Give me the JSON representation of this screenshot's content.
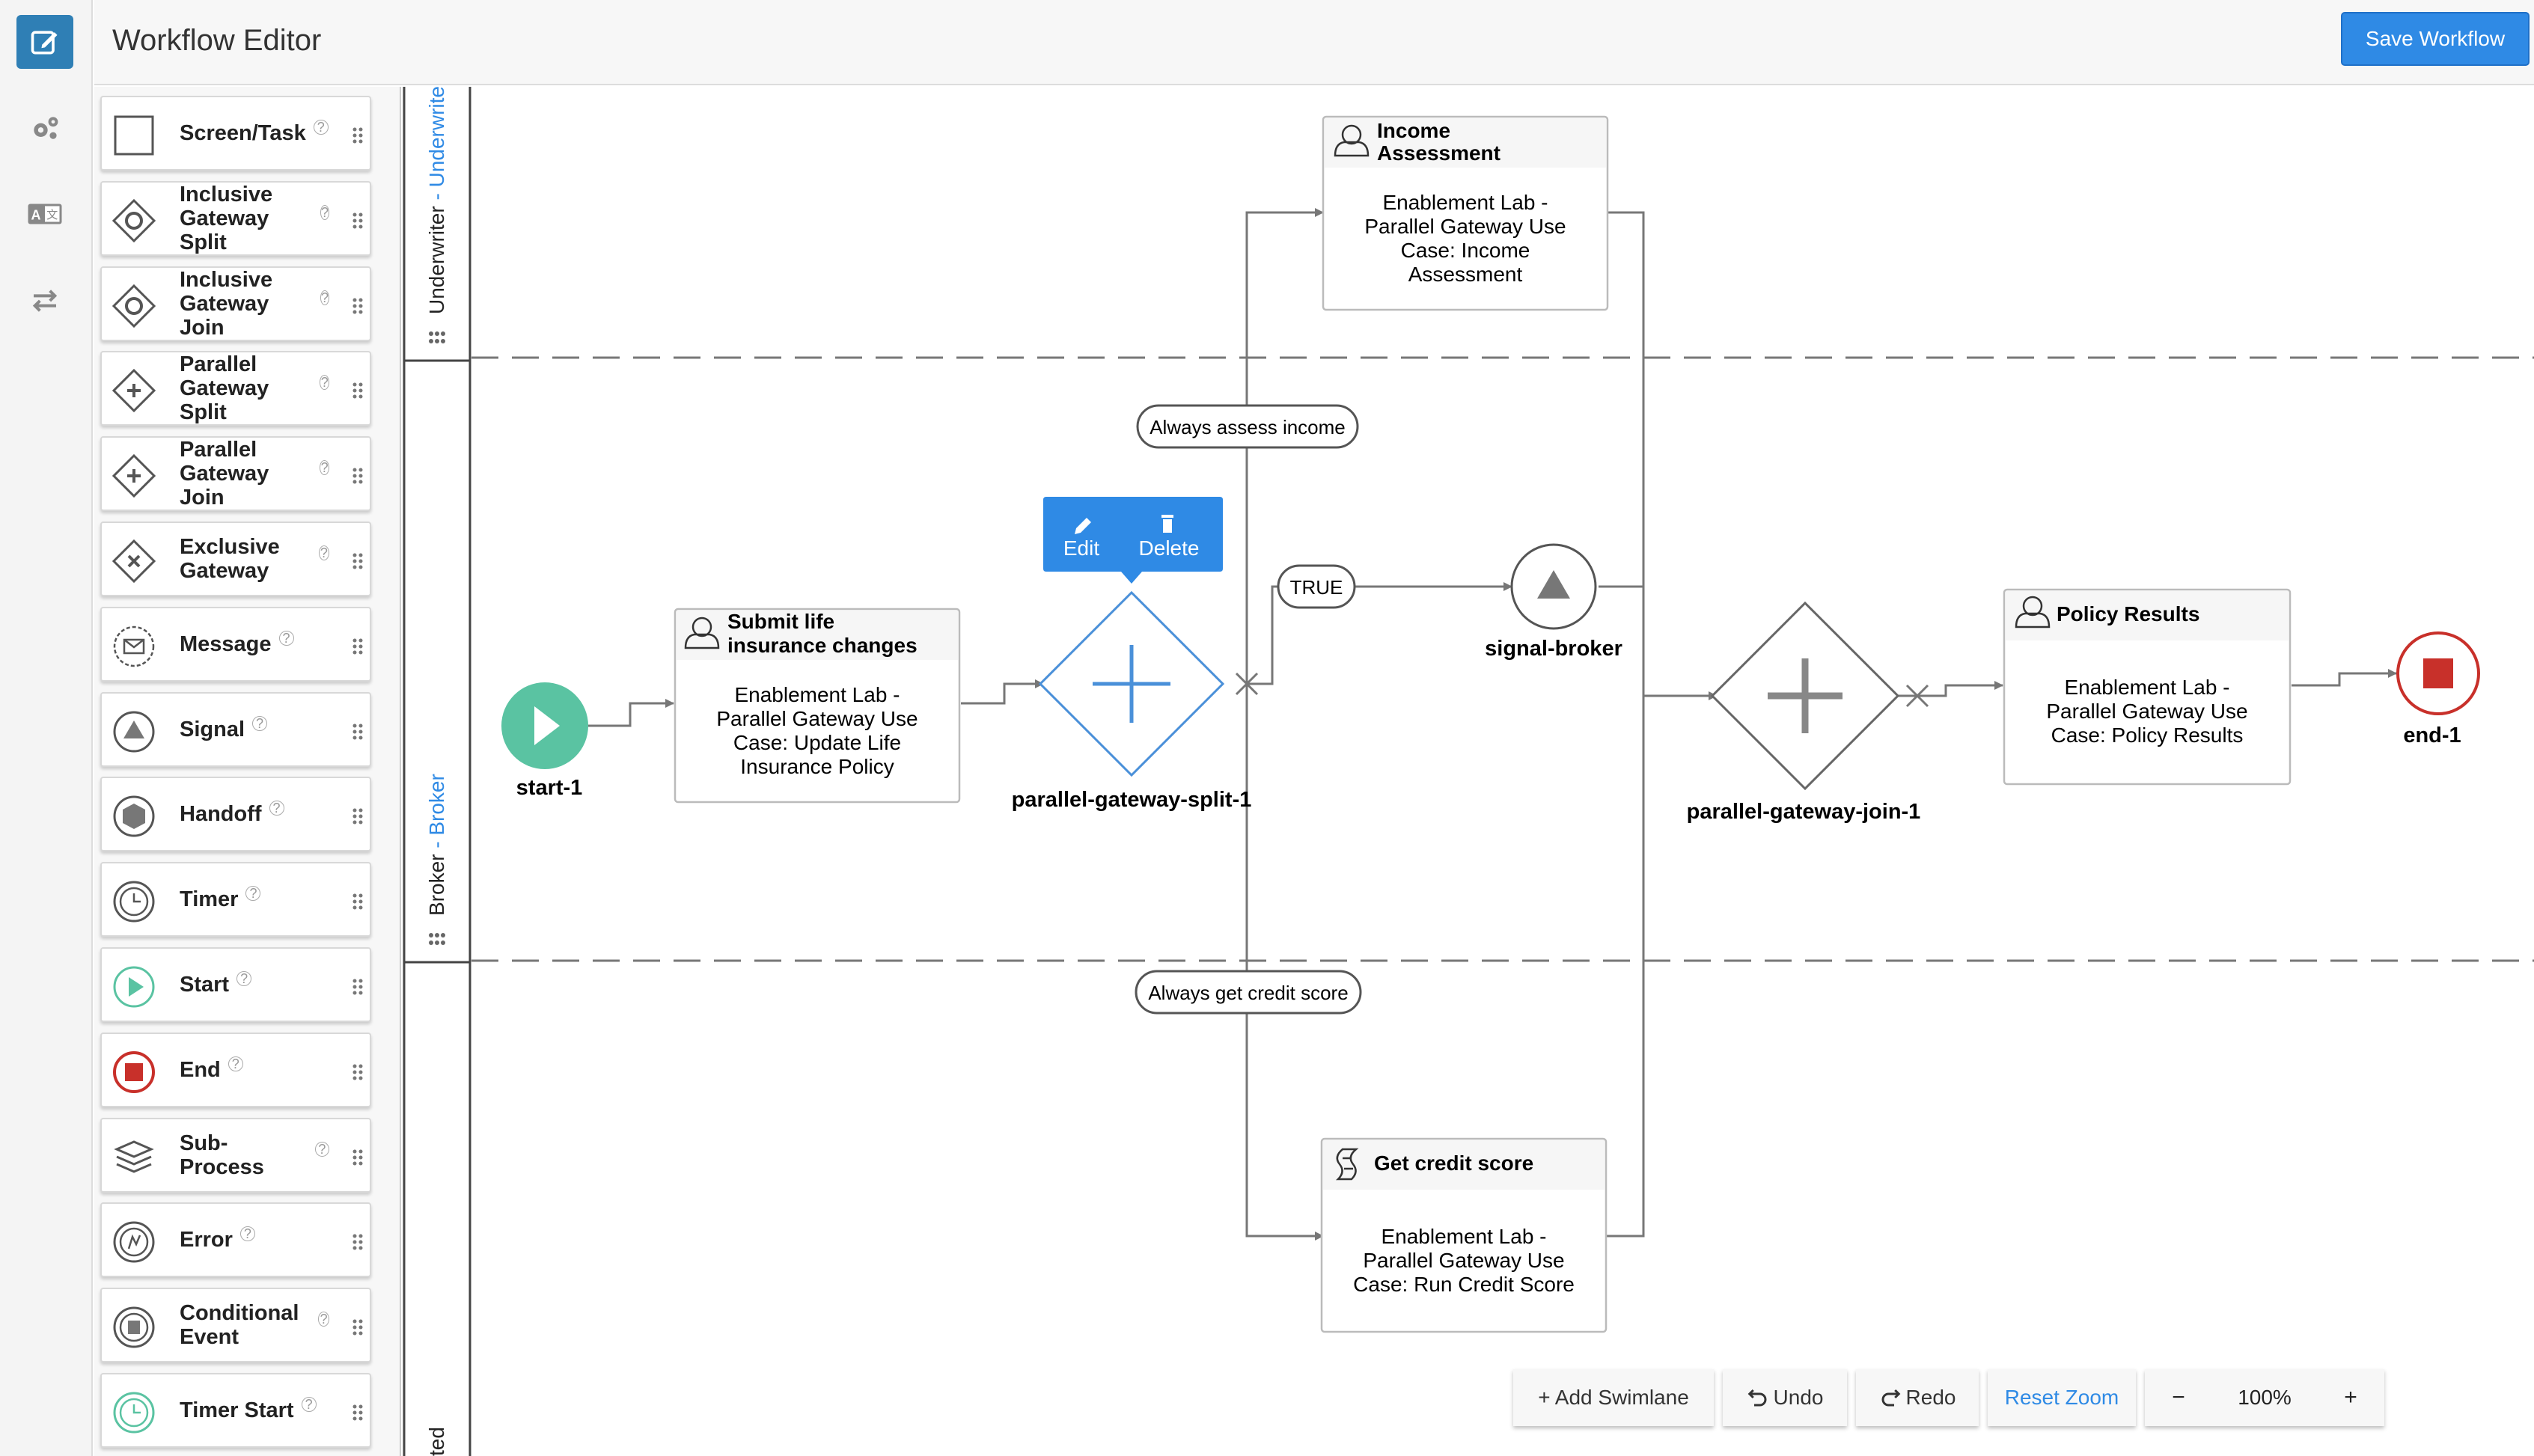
{
  "app": {
    "title": "Workflow Editor",
    "save_label": "Save Workflow"
  },
  "rail": {
    "items": [
      {
        "name": "edit-icon",
        "active": true
      },
      {
        "name": "gears-icon",
        "active": false
      },
      {
        "name": "translate-icon",
        "active": false
      },
      {
        "name": "transfer-arrows-icon",
        "active": false
      }
    ]
  },
  "palette": {
    "items": [
      {
        "label": "Screen/Task",
        "icon": "square-icon"
      },
      {
        "label": "Inclusive Gateway Split",
        "icon": "inclusive-gateway-icon"
      },
      {
        "label": "Inclusive Gateway Join",
        "icon": "inclusive-gateway-icon"
      },
      {
        "label": "Parallel Gateway Split",
        "icon": "parallel-gateway-icon"
      },
      {
        "label": "Parallel Gateway Join",
        "icon": "parallel-gateway-icon"
      },
      {
        "label": "Exclusive Gateway",
        "icon": "exclusive-gateway-icon"
      },
      {
        "label": "Message",
        "icon": "message-icon"
      },
      {
        "label": "Signal",
        "icon": "signal-icon"
      },
      {
        "label": "Handoff",
        "icon": "handoff-icon"
      },
      {
        "label": "Timer",
        "icon": "timer-icon"
      },
      {
        "label": "Start",
        "icon": "start-icon"
      },
      {
        "label": "End",
        "icon": "end-icon"
      },
      {
        "label": "Sub-Process",
        "icon": "sub-process-icon"
      },
      {
        "label": "Error",
        "icon": "error-icon"
      },
      {
        "label": "Conditional Event",
        "icon": "conditional-event-icon"
      },
      {
        "label": "Timer Start",
        "icon": "timer-start-icon"
      }
    ],
    "help_glyph": "?"
  },
  "swimlanes": [
    {
      "prefix": "Underwriter",
      "separator": " - ",
      "name": "Underwriter"
    },
    {
      "prefix": "Broker",
      "separator": " - ",
      "name": "Broker"
    },
    {
      "prefix": "ted",
      "separator": "",
      "name": ""
    }
  ],
  "nodes": {
    "start": {
      "label": "start-1"
    },
    "submit": {
      "title": [
        "Submit life",
        "insurance changes"
      ],
      "body": [
        "Enablement Lab -",
        "Parallel Gateway Use",
        "Case: Update Life",
        "Insurance Policy"
      ]
    },
    "split": {
      "label": "parallel-gateway-split-1"
    },
    "income": {
      "title": [
        "Income",
        "Assessment"
      ],
      "body": [
        "Enablement Lab -",
        "Parallel Gateway Use",
        "Case: Income",
        "Assessment"
      ]
    },
    "signal": {
      "label": "signal-broker"
    },
    "credit": {
      "title": [
        "Get credit score"
      ],
      "body": [
        "Enablement Lab -",
        "Parallel Gateway Use",
        "Case: Run Credit Score"
      ]
    },
    "join": {
      "label": "parallel-gateway-join-1"
    },
    "policy": {
      "title": [
        "Policy Results"
      ],
      "body": [
        "Enablement Lab -",
        "Parallel Gateway Use",
        "Case: Policy Results"
      ]
    },
    "end": {
      "label": "end-1"
    }
  },
  "flow_labels": {
    "income": "Always assess income",
    "true": "TRUE",
    "credit": "Always get credit score"
  },
  "context_menu": {
    "edit_label": "Edit",
    "delete_label": "Delete"
  },
  "toolbar": {
    "add_swimlane": "+ Add Swimlane",
    "undo": "Undo",
    "redo": "Redo",
    "reset_zoom": "Reset Zoom",
    "zoom_out": "−",
    "zoom_level": "100%",
    "zoom_in": "+"
  },
  "colors": {
    "accent": "#2f8ae5",
    "rail_active": "#2f7fb5",
    "start_green": "#5ac3a2",
    "end_red": "#c8302a",
    "selected_blue": "#4a90d9"
  }
}
